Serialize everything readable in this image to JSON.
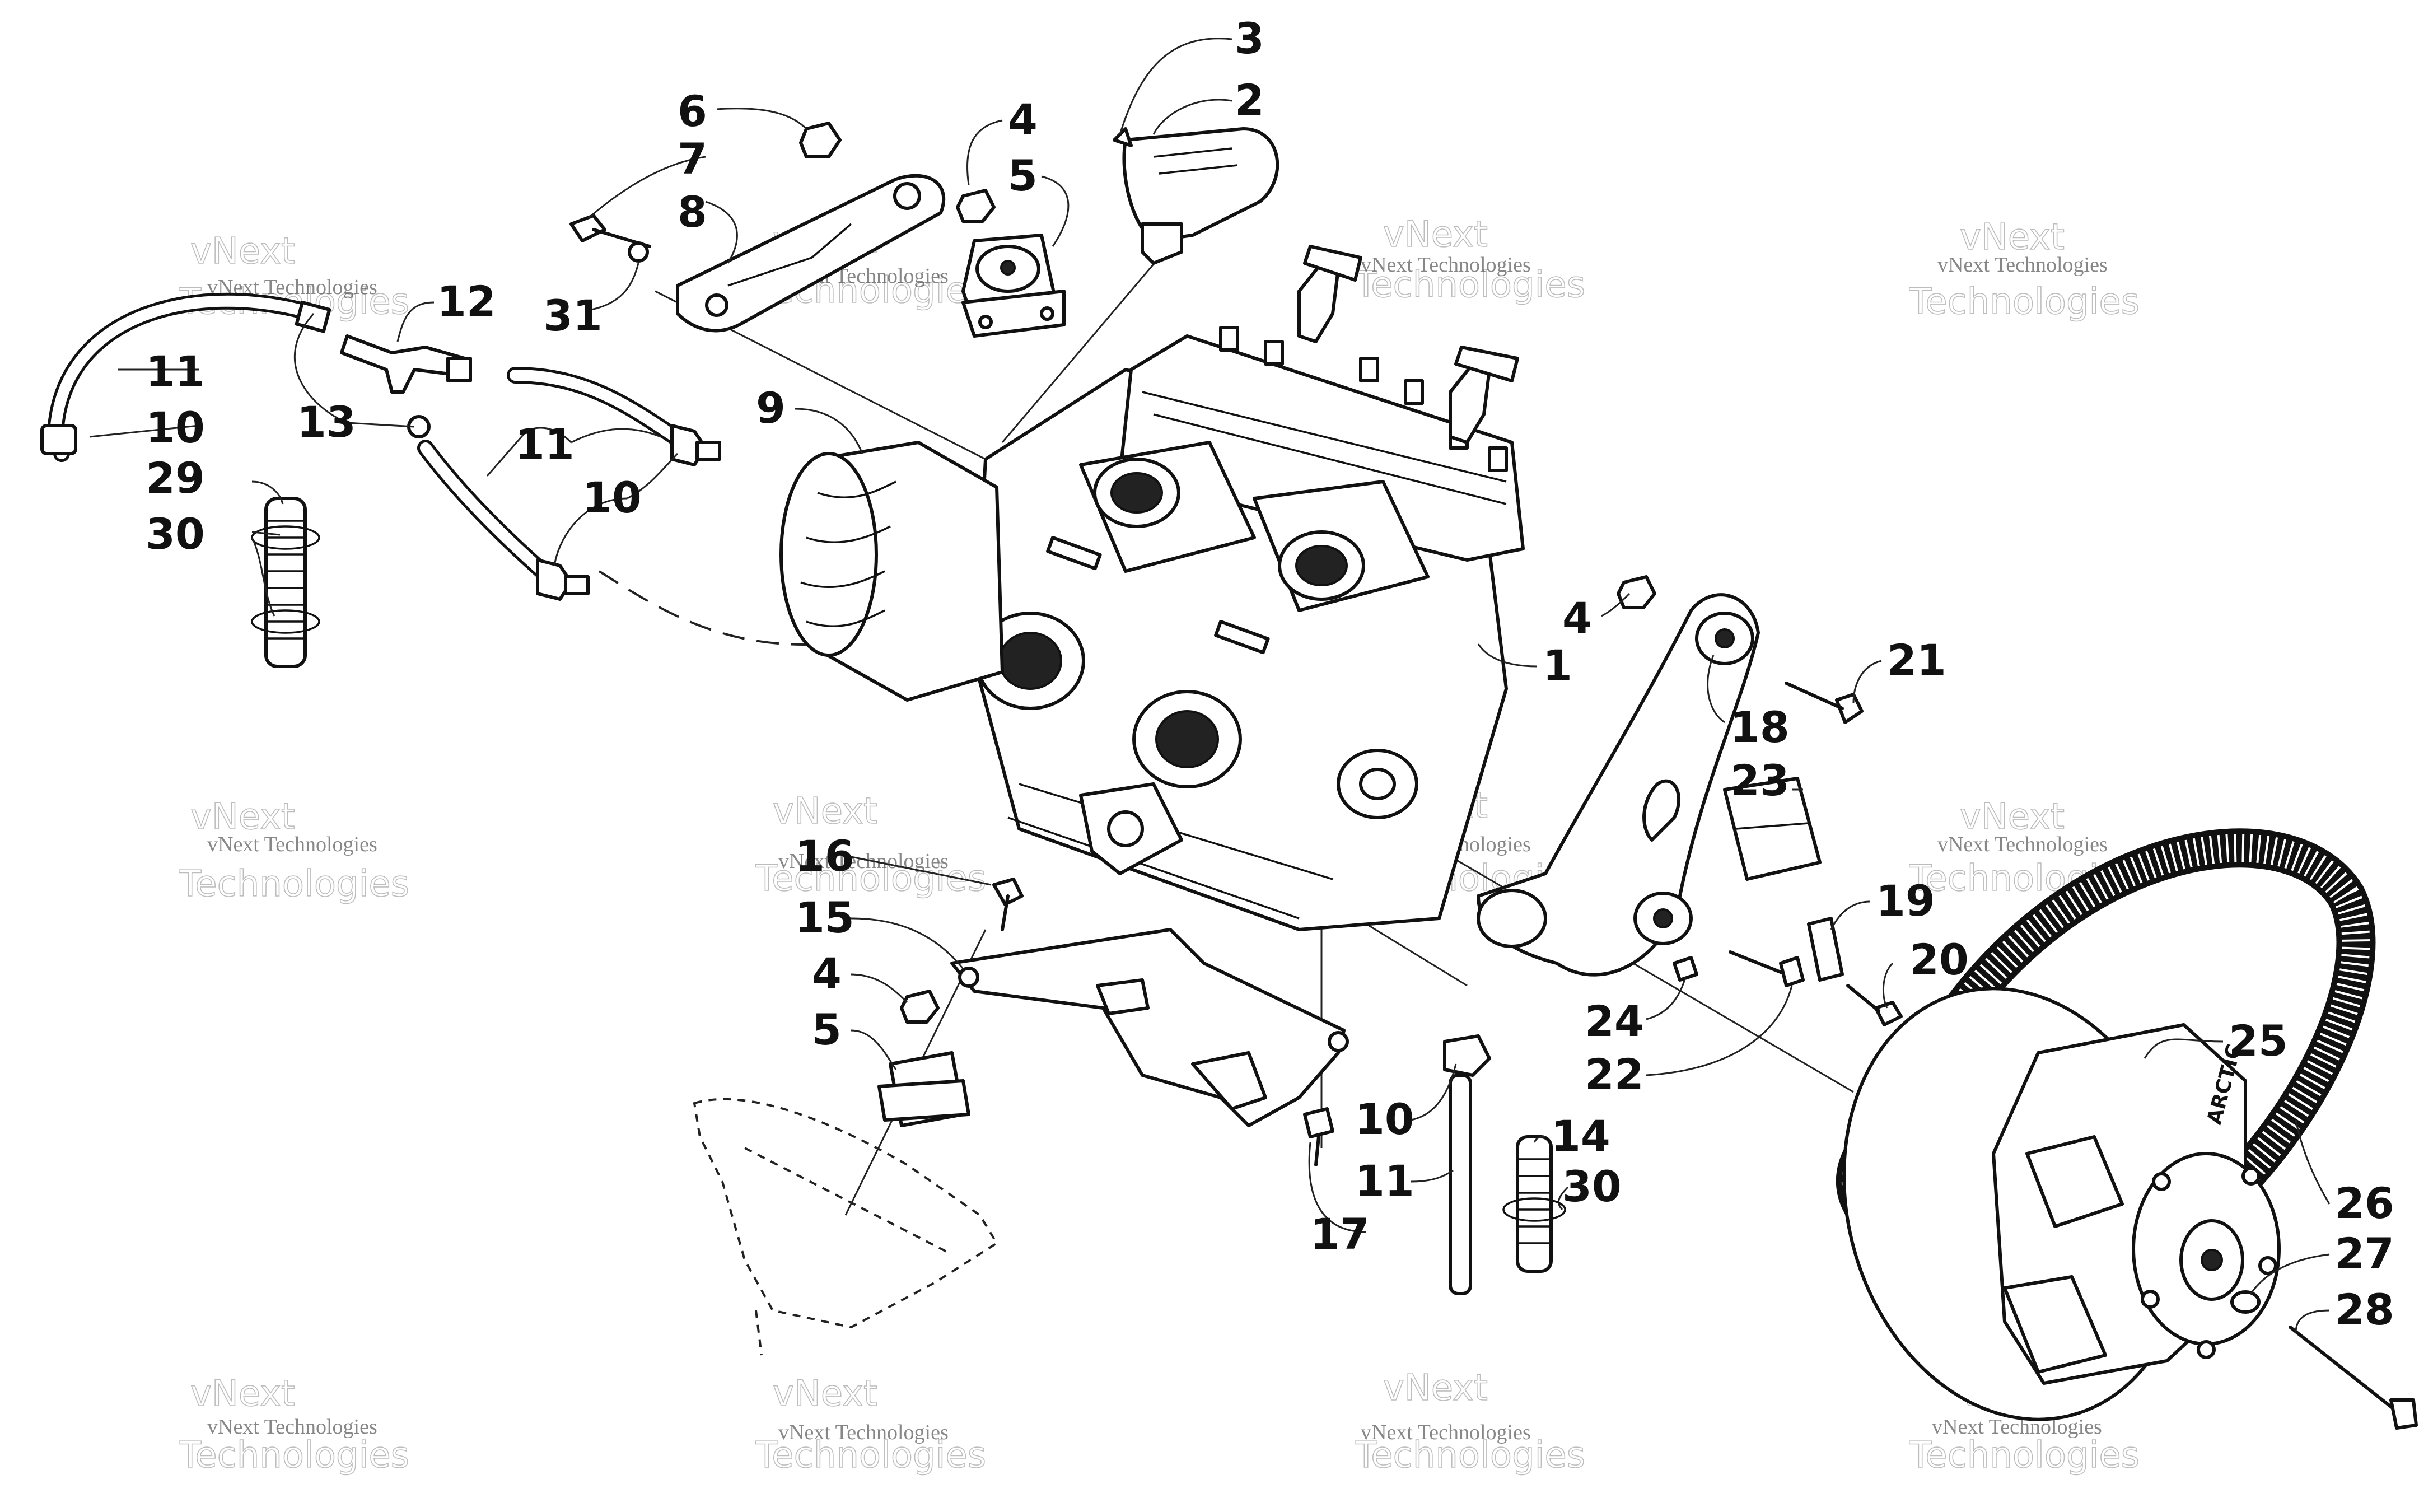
{
  "diagram": {
    "callouts": [
      {
        "id": "c1",
        "text": "1"
      },
      {
        "id": "c2",
        "text": "2"
      },
      {
        "id": "c3",
        "text": "3"
      },
      {
        "id": "c4a",
        "text": "4"
      },
      {
        "id": "c5a",
        "text": "5"
      },
      {
        "id": "c6",
        "text": "6"
      },
      {
        "id": "c7",
        "text": "7"
      },
      {
        "id": "c8",
        "text": "8"
      },
      {
        "id": "c31",
        "text": "31"
      },
      {
        "id": "c12",
        "text": "12"
      },
      {
        "id": "c11a",
        "text": "11"
      },
      {
        "id": "c10a",
        "text": "10"
      },
      {
        "id": "c29",
        "text": "29"
      },
      {
        "id": "c30a",
        "text": "30"
      },
      {
        "id": "c13",
        "text": "13"
      },
      {
        "id": "c11b",
        "text": "11"
      },
      {
        "id": "c10b",
        "text": "10"
      },
      {
        "id": "c9",
        "text": "9"
      },
      {
        "id": "c4b",
        "text": "4"
      },
      {
        "id": "c21",
        "text": "21"
      },
      {
        "id": "c18",
        "text": "18"
      },
      {
        "id": "c23",
        "text": "23"
      },
      {
        "id": "c19",
        "text": "19"
      },
      {
        "id": "c20",
        "text": "20"
      },
      {
        "id": "c24",
        "text": "24"
      },
      {
        "id": "c22",
        "text": "22"
      },
      {
        "id": "c25",
        "text": "25"
      },
      {
        "id": "c26",
        "text": "26"
      },
      {
        "id": "c27",
        "text": "27"
      },
      {
        "id": "c28",
        "text": "28"
      },
      {
        "id": "c16",
        "text": "16"
      },
      {
        "id": "c15",
        "text": "15"
      },
      {
        "id": "c4c",
        "text": "4"
      },
      {
        "id": "c5b",
        "text": "5"
      },
      {
        "id": "c10c",
        "text": "10"
      },
      {
        "id": "c11c",
        "text": "11"
      },
      {
        "id": "c17",
        "text": "17"
      },
      {
        "id": "c14",
        "text": "14"
      },
      {
        "id": "c30b",
        "text": "30"
      }
    ],
    "watermark": {
      "small_text": "vNext Technologies",
      "large_line1": "vNext",
      "large_line2": "Technologies"
    },
    "clutch_logo_text": "ARCTIC"
  }
}
